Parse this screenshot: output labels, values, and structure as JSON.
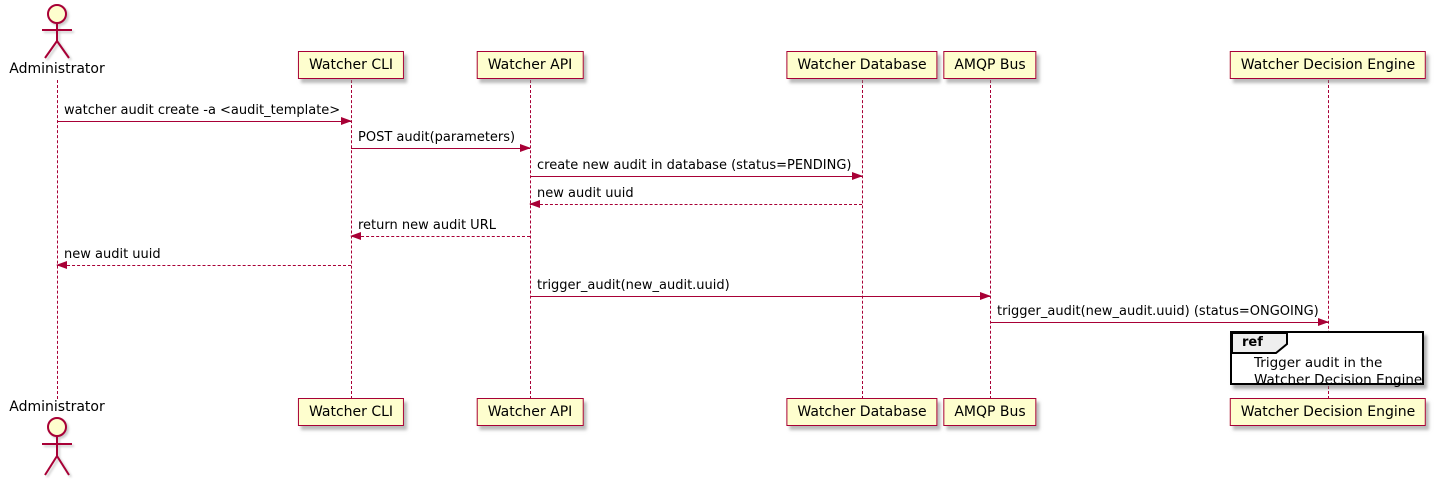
{
  "diagram": {
    "type": "uml-sequence-diagram",
    "colors": {
      "participant_fill": "#FEFECE",
      "participant_border": "#A80036",
      "arrow_line": "#A80036",
      "text": "#000000",
      "ref_fill": "#FFFFFF",
      "ref_border": "#000000",
      "ref_tag_fill": "#EEEEEE"
    },
    "actor": {
      "name": "Administrator"
    },
    "participants": [
      {
        "label": "Watcher CLI"
      },
      {
        "label": "Watcher API"
      },
      {
        "label": "Watcher Database"
      },
      {
        "label": "AMQP Bus"
      },
      {
        "label": "Watcher Decision Engine"
      }
    ],
    "messages": [
      {
        "from": "Administrator",
        "to": "Watcher CLI",
        "style": "solid",
        "label": "watcher audit create -a <audit_template>"
      },
      {
        "from": "Watcher CLI",
        "to": "Watcher API",
        "style": "solid",
        "label": "POST audit(parameters)"
      },
      {
        "from": "Watcher API",
        "to": "Watcher Database",
        "style": "solid",
        "label": "create new audit in database (status=PENDING)"
      },
      {
        "from": "Watcher Database",
        "to": "Watcher API",
        "style": "dashed",
        "label": "new audit uuid"
      },
      {
        "from": "Watcher API",
        "to": "Watcher CLI",
        "style": "dashed",
        "label": "return new audit URL"
      },
      {
        "from": "Watcher CLI",
        "to": "Administrator",
        "style": "dashed",
        "label": "new audit uuid"
      },
      {
        "from": "Watcher API",
        "to": "AMQP Bus",
        "style": "solid",
        "label": "trigger_audit(new_audit.uuid)"
      },
      {
        "from": "AMQP Bus",
        "to": "Watcher Decision Engine",
        "style": "solid",
        "label": "trigger_audit(new_audit.uuid) (status=ONGOING)"
      }
    ],
    "ref": {
      "tag": "ref",
      "lines": [
        "Trigger audit in the",
        "Watcher Decision Engine"
      ]
    }
  }
}
